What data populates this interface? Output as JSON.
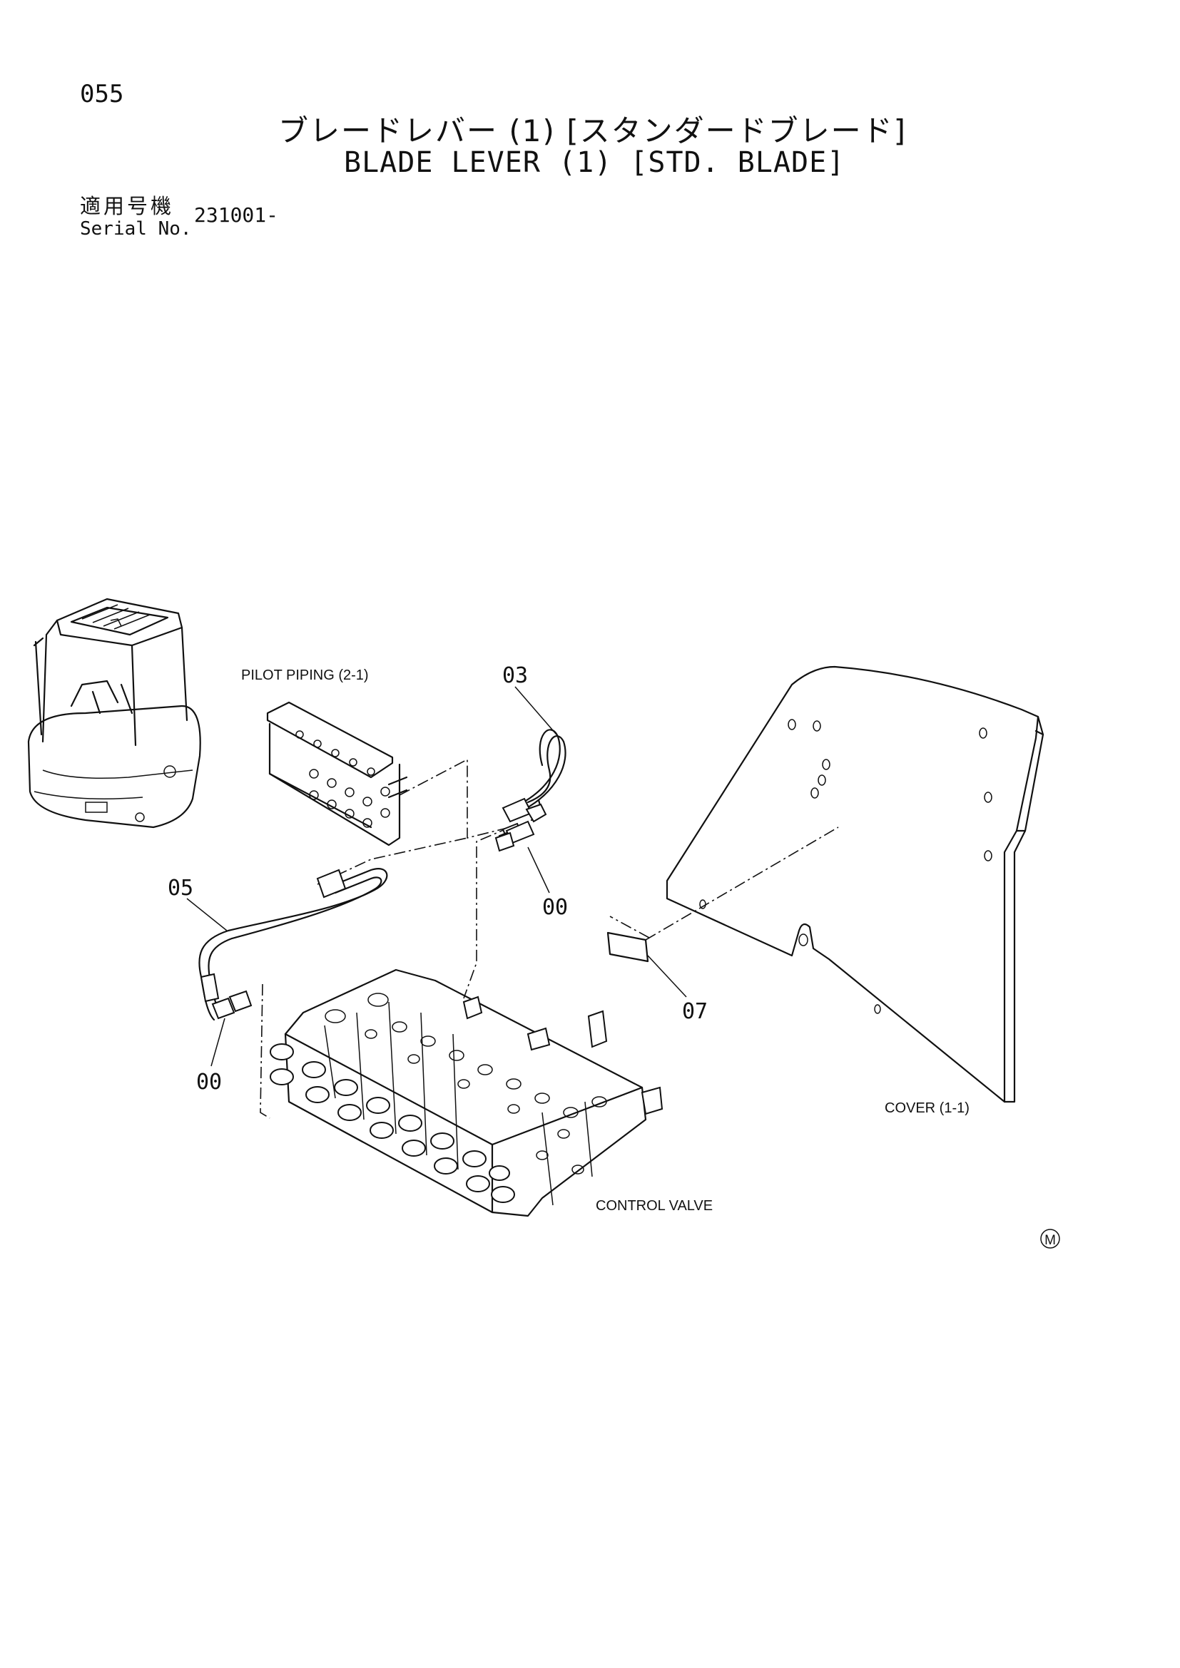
{
  "header": {
    "page_number": "055",
    "title_jp": "ブレードレバー (1) [スタンダードブレード]",
    "title_en": "BLADE LEVER (1) [STD. BLADE]",
    "serial_label_jp": "適用号機",
    "serial_label_en": "Serial No.",
    "serial_value": "231001-"
  },
  "diagram": {
    "labels": {
      "pilot_piping": "PILOT PIPING (2-1)",
      "cover": "COVER (1-1)",
      "control_valve": "CONTROL VALVE",
      "mark": "M"
    },
    "callouts": [
      "03",
      "05",
      "00",
      "00",
      "07"
    ]
  }
}
